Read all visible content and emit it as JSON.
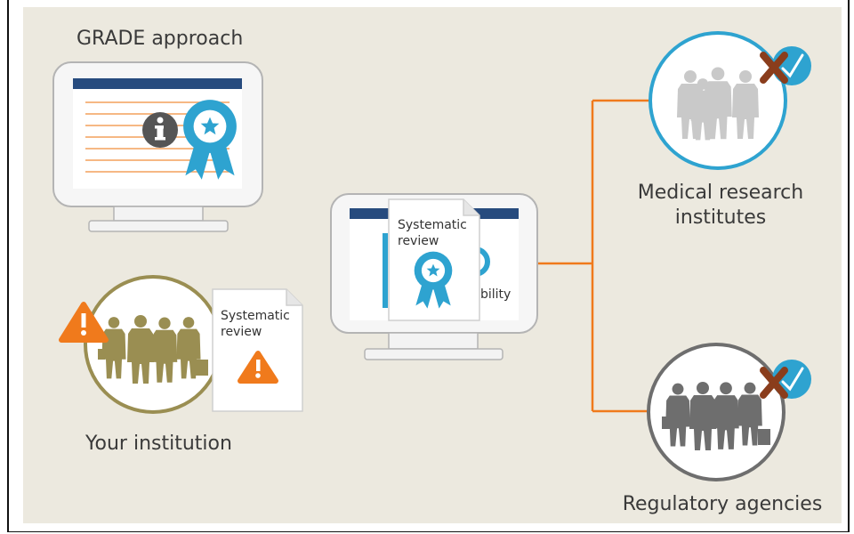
{
  "colors": {
    "background": "#ece9df",
    "accent_blue": "#2ea3d0",
    "accent_orange": "#f07a1c",
    "navy": "#274b7e",
    "institution_gold": "#9a8e52",
    "gray_people": "#6e6e6e",
    "light_people": "#c9c9c9",
    "cross_brown": "#8a3d1c"
  },
  "grade": {
    "title": "GRADE approach"
  },
  "institution": {
    "label": "Your institution",
    "document_text": "Systematic\nreview"
  },
  "center": {
    "document_text": "Systematic\nreview",
    "partial_text": "bility"
  },
  "medical": {
    "label": "Medical research\ninstitutes"
  },
  "regulatory": {
    "label": "Regulatory agencies"
  },
  "icons": [
    "info-icon",
    "award-ribbon-icon",
    "warning-icon",
    "checkmark-icon",
    "cross-icon",
    "people-group-icon"
  ]
}
